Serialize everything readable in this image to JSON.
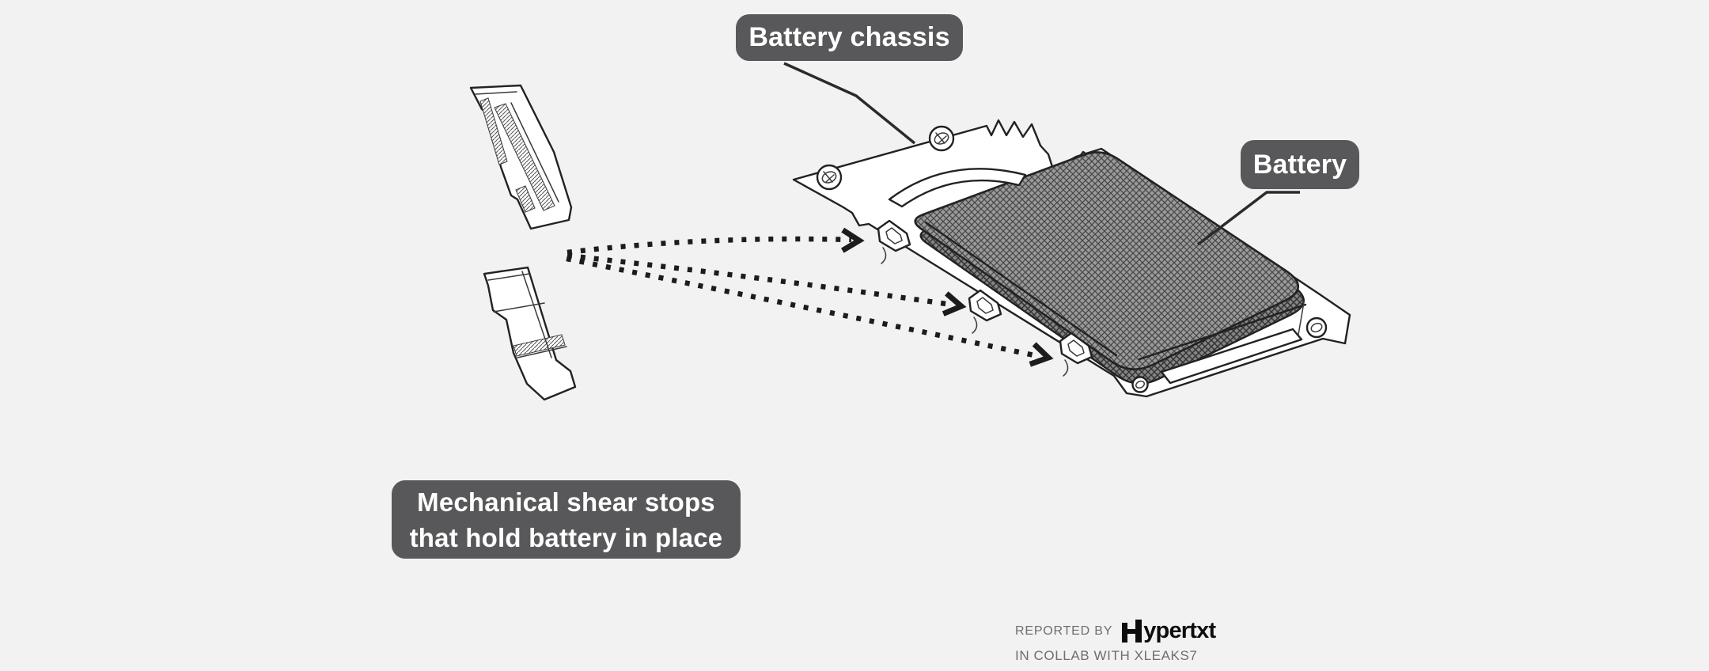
{
  "page": {
    "background": "#f2f2f3",
    "kind": "leak-report infographic with patent-style isometric drawing"
  },
  "annotations": {
    "battery_chassis": "Battery chassis",
    "battery": "Battery",
    "shear_stops_line1": "Mechanical shear stops",
    "shear_stops_line2": "that hold battery in place"
  },
  "credit": {
    "reported_by": "REPORTED BY",
    "logo_text": "Hypertxt",
    "logo_rest": "ypertxt",
    "collab": "IN COLLAB WITH XLEAKS7"
  },
  "colors": {
    "annotation_bg": "#58585a",
    "annotation_text": "#ffffff",
    "line_ink": "#222222",
    "battery_fill": "#9a9a9a",
    "battery_hatch": "#474747",
    "credit_text": "#6e6e6e",
    "logo_ink": "#0d0d0d"
  },
  "diagram": {
    "type": "patent-illustration",
    "subject": "Battery mounted on a battery chassis, with two loose mechanical shear-stop brackets and dotted arrows pointing to three shear-stop clips along the chassis edge"
  }
}
